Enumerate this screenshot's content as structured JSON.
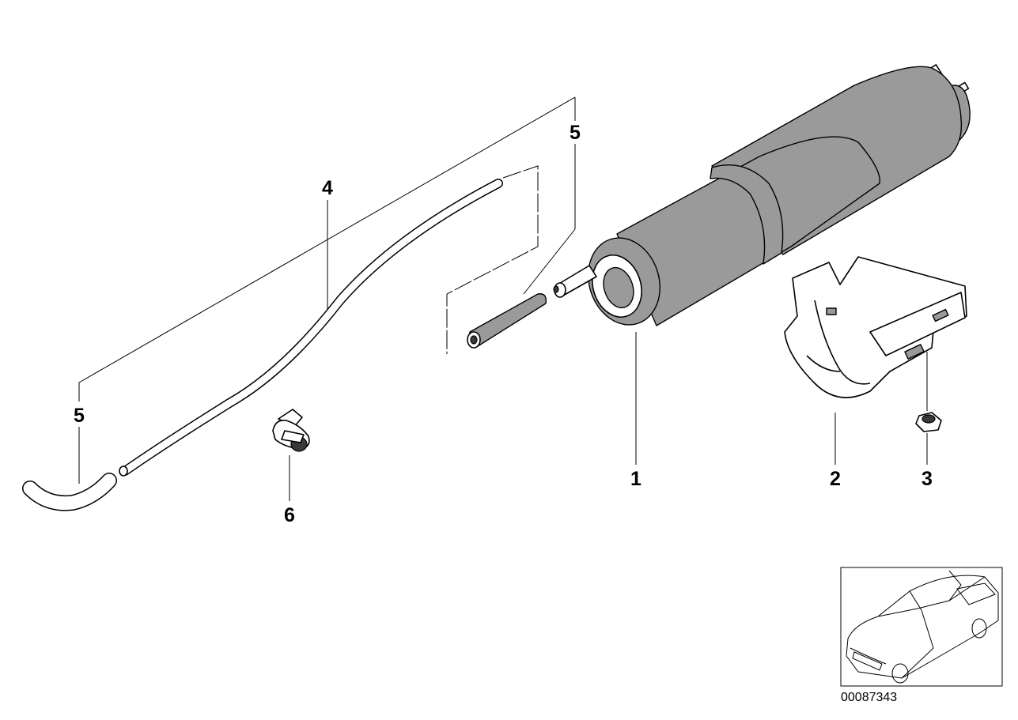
{
  "diagram": {
    "callouts": [
      {
        "id": "label-1",
        "text": "1"
      },
      {
        "id": "label-2",
        "text": "2"
      },
      {
        "id": "label-3",
        "text": "3"
      },
      {
        "id": "label-4",
        "text": "4"
      },
      {
        "id": "label-5a",
        "text": "5"
      },
      {
        "id": "label-5b",
        "text": "5"
      },
      {
        "id": "label-6",
        "text": "6"
      }
    ],
    "drawing_number": "00087343"
  }
}
